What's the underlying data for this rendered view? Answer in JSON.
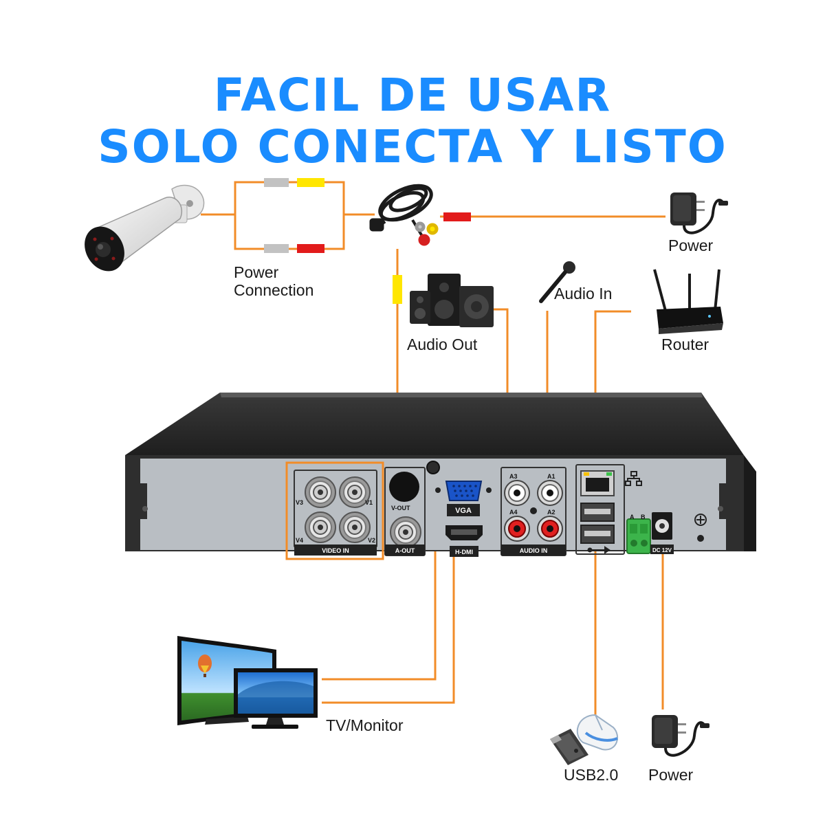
{
  "headline": {
    "line1": "FACIL DE USAR",
    "line2": "SOLO CONECTA Y LISTO"
  },
  "labels": {
    "power_top": "Power",
    "power_connection_1": "Power",
    "power_connection_2": "Connection",
    "audio_in": "Audio In",
    "audio_out": "Audio Out",
    "router": "Router",
    "tv_monitor": "TV/Monitor",
    "usb": "USB2.0",
    "power_bottom": "Power"
  },
  "panel": {
    "video_in": "VIDEO IN",
    "v1": "V1",
    "v2": "V2",
    "v3": "V3",
    "v4": "V4",
    "v_out": "V-OUT",
    "a_out": "A-OUT",
    "vga": "VGA",
    "hdmi": "H-DMI",
    "a1": "A1",
    "a2": "A2",
    "a3": "A3",
    "a4": "A4",
    "audio_in": "AUDIO IN",
    "rs485_a": "A",
    "rs485_b": "B",
    "dc": "DC 12V"
  },
  "colors": {
    "headline": "#1a8cff",
    "wire": "#f28c28",
    "dvr_body": "#2e2e2e",
    "panel": "#b9bec3",
    "terminal": "#3cb44b"
  },
  "icons": [
    "camera-icon",
    "cable-icon",
    "adapter-icon",
    "speaker-icon",
    "microphone-icon",
    "router-icon",
    "tv-icon",
    "usb-drive-icon",
    "mouse-icon"
  ]
}
